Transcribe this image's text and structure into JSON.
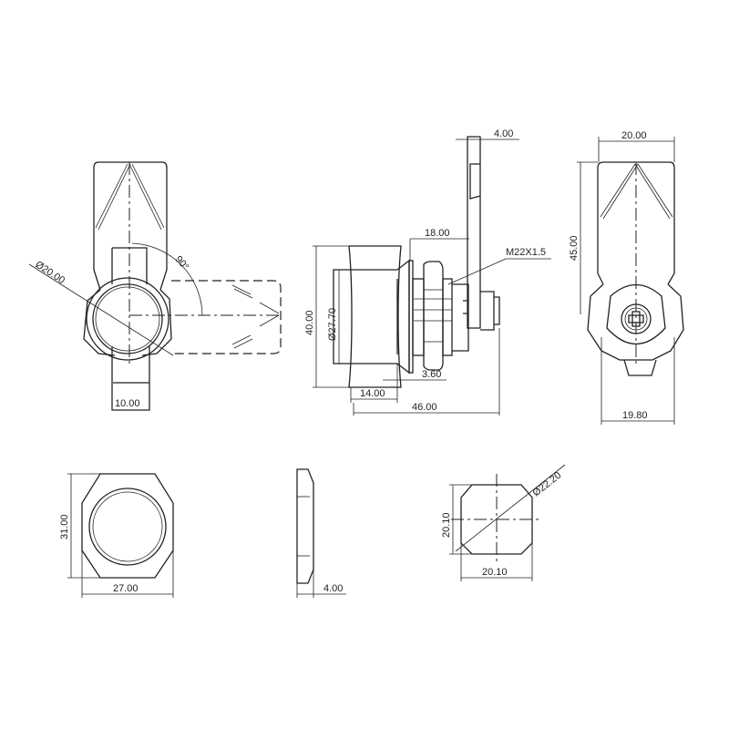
{
  "dimensions": {
    "front_diameter": "Ø20.00",
    "rotation_angle": "90°",
    "tab_width": "10.00",
    "lever_thickness": "4.00",
    "cam_offset": "18.00",
    "thread_spec": "M22X1.5",
    "body_height": "40.00",
    "cap_diameter": "Ø27.70",
    "flange_thickness": "3.60",
    "cap_length": "14.00",
    "total_length": "46.00",
    "handle_width": "20.00",
    "handle_height": "45.00",
    "body_width": "19.80",
    "nut_height": "31.00",
    "nut_width": "27.00",
    "nut_thickness": "4.00",
    "cam_diagonal": "Ø22.20",
    "cam_height": "20.10",
    "cam_width": "20.10"
  }
}
